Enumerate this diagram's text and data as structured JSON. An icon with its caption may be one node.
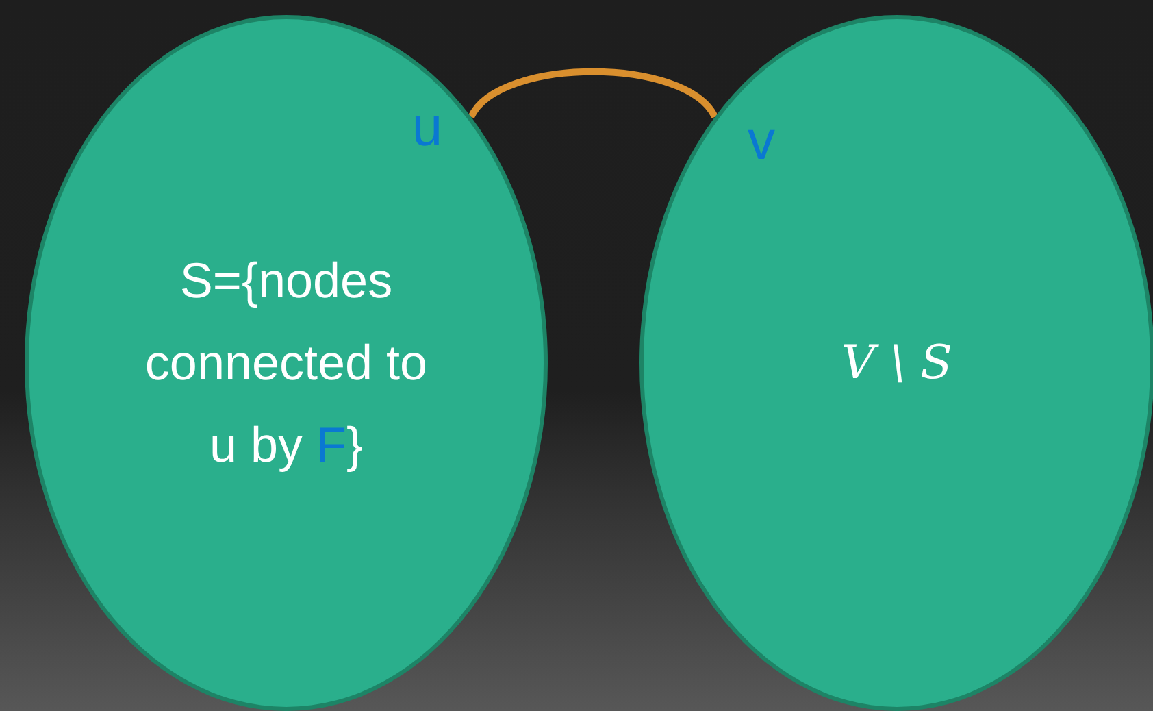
{
  "diagram": {
    "nodes": [
      {
        "text": [
          "S={nodes connected to u by **F**}"
        ]
      },
      {
        "text": [
          "V \\ S"
        ]
      }
    ],
    "edges": [
      {
        "from": 0,
        "to": 1,
        "arrow": "none",
        "color": "#d98f2e"
      }
    ],
    "labels": [
      "u",
      "v"
    ]
  }
}
